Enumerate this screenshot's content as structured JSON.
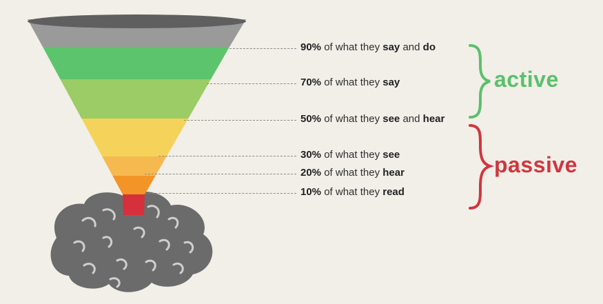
{
  "colors": {
    "background": "#f1efe8",
    "active": "#5cbf6b",
    "passive": "#d0363e",
    "brain": "#6b6b6b",
    "funnel_rim": "#9a9a9a"
  },
  "rows": [
    {
      "percent": "90%",
      "text": [
        " of what they ",
        "say",
        " and ",
        "do"
      ],
      "bold": [
        false,
        true,
        false,
        true
      ],
      "color": "#5cc46d"
    },
    {
      "percent": "70%",
      "text": [
        " of what they ",
        "say"
      ],
      "bold": [
        false,
        true
      ],
      "color": "#9bcc66"
    },
    {
      "percent": "50%",
      "text": [
        " of what they ",
        "see",
        " and ",
        "hear"
      ],
      "bold": [
        false,
        true,
        false,
        true
      ],
      "color": "#f5d35b"
    },
    {
      "percent": "30%",
      "text": [
        " of what they ",
        "see"
      ],
      "bold": [
        false,
        true
      ],
      "color": "#f6b94f"
    },
    {
      "percent": "20%",
      "text": [
        " of what they ",
        "hear"
      ],
      "bold": [
        false,
        true
      ],
      "color": "#f39426"
    },
    {
      "percent": "10%",
      "text": [
        " of what they ",
        "read"
      ],
      "bold": [
        false,
        true
      ],
      "color": "#d5303b"
    }
  ],
  "groups": {
    "active": {
      "label": "active"
    },
    "passive": {
      "label": "passive"
    }
  },
  "icons": {
    "funnel": "funnel-icon",
    "brain": "brain-icon",
    "active_brace": "curly-brace-icon",
    "passive_brace": "curly-brace-icon"
  }
}
